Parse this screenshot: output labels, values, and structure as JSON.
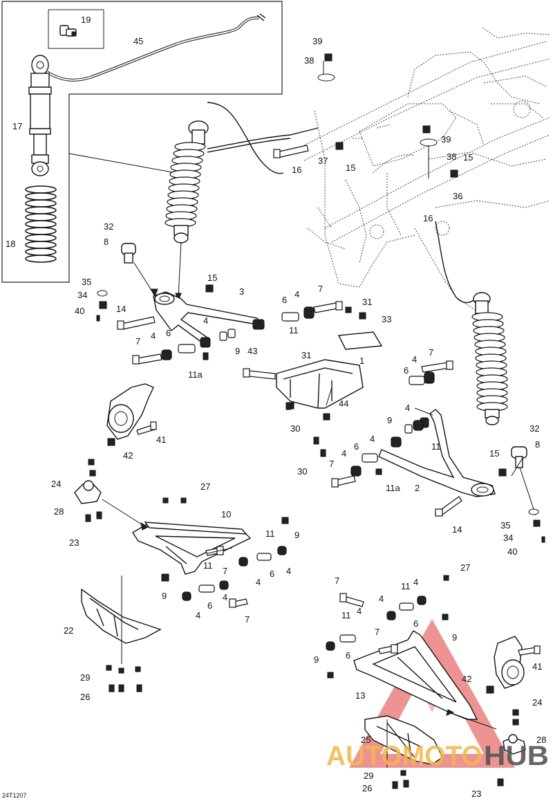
{
  "diagram_code": "24T1207",
  "watermark": {
    "brand_left": "AUTOMOTO",
    "brand_right": "HUB",
    "color_left": "#f2b74b",
    "color_right": "#555555",
    "triangle_color": "#e03a3a"
  },
  "callouts": {
    "c19": "19",
    "c45": "45",
    "c17": "17",
    "c18": "18",
    "c39a": "39",
    "c38a": "38",
    "c39b": "39",
    "c38b": "38",
    "c15a": "15",
    "c15b": "15",
    "c15c": "15",
    "c15d": "15",
    "c16a": "16",
    "c16b": "16",
    "c37": "37",
    "c36": "36",
    "c32a": "32",
    "c8a": "8",
    "c35a": "35",
    "c34a": "34",
    "c40a": "40",
    "c14a": "14",
    "c3": "3",
    "c6a": "6",
    "c4a": "4",
    "c7a": "7",
    "c31a": "31",
    "c11a": "11",
    "c4b": "4",
    "c6b": "6",
    "c4c": "4",
    "c9a": "9",
    "c7b": "7",
    "c11aa": "11a",
    "c33": "33",
    "c43": "43",
    "c31b": "31",
    "c1": "1",
    "c44": "44",
    "c30a": "30",
    "c30b": "30",
    "c41a": "41",
    "c42a": "42",
    "c7c": "7",
    "c4d": "4",
    "c6c": "6",
    "c4e": "4",
    "c9b": "9",
    "c11b": "11",
    "c4f": "4",
    "c6d": "6",
    "c7d": "7",
    "c11ab": "11a",
    "c2": "2",
    "c32b": "32",
    "c8b": "8",
    "c35b": "35",
    "c34b": "34",
    "c40b": "40",
    "c14b": "14",
    "c4g": "4",
    "c24a": "24",
    "c28a": "28",
    "c23a": "23",
    "c27a": "27",
    "c10": "10",
    "c11c": "11",
    "c9c": "9",
    "c6e": "6",
    "c4h": "4",
    "c11d": "11",
    "c7e": "7",
    "c9d": "9",
    "c4i": "4",
    "c6f": "6",
    "c4j": "4",
    "c7f": "7",
    "c22": "22",
    "c29a": "29",
    "c26a": "26",
    "c7g": "7",
    "c27b": "27",
    "c4k": "4",
    "c11e": "11",
    "c4l": "4",
    "c6g": "6",
    "c11f": "11",
    "c4m": "4",
    "c7h": "7",
    "c4n": "4",
    "c6h": "6",
    "c9e": "9",
    "c9f": "9",
    "c13": "13",
    "c42b": "42",
    "c41b": "41",
    "c24b": "24",
    "c28b": "28",
    "c25": "25",
    "c29b": "29",
    "c26b": "26",
    "c23b": "23"
  }
}
